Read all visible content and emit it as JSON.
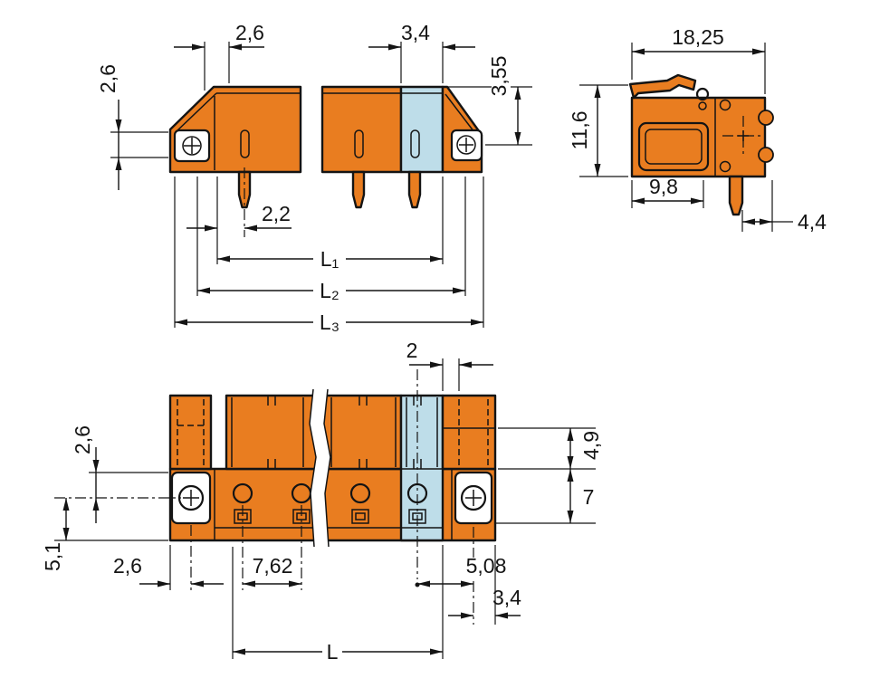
{
  "colors": {
    "orange": "#E97D20",
    "blue": "#BEDDE9",
    "line": "#141414",
    "bg": "#FFFFFF"
  },
  "side_view": {
    "dim_top_left": "2,6",
    "dim_top_mid": "3,4",
    "dim_left": "2,6",
    "dim_right": "3,55",
    "dim_pin": "2,2",
    "dim_l1": "L₁",
    "dim_l2": "L₂",
    "dim_l3": "L₃"
  },
  "end_view": {
    "dim_width": "18,25",
    "dim_height": "11,6",
    "dim_depth": "9,8",
    "dim_pin_offset": "4,4"
  },
  "bottom_view": {
    "dim_top": "2",
    "dim_left_upper": "2,6",
    "dim_left_lower": "5,1",
    "dim_bottom_left": "2,6",
    "dim_pitch": "7,62",
    "dim_flange": "5,08",
    "dim_end": "3,4",
    "dim_right_upper": "4,9",
    "dim_right_lower": "7",
    "dim_total": "L"
  }
}
